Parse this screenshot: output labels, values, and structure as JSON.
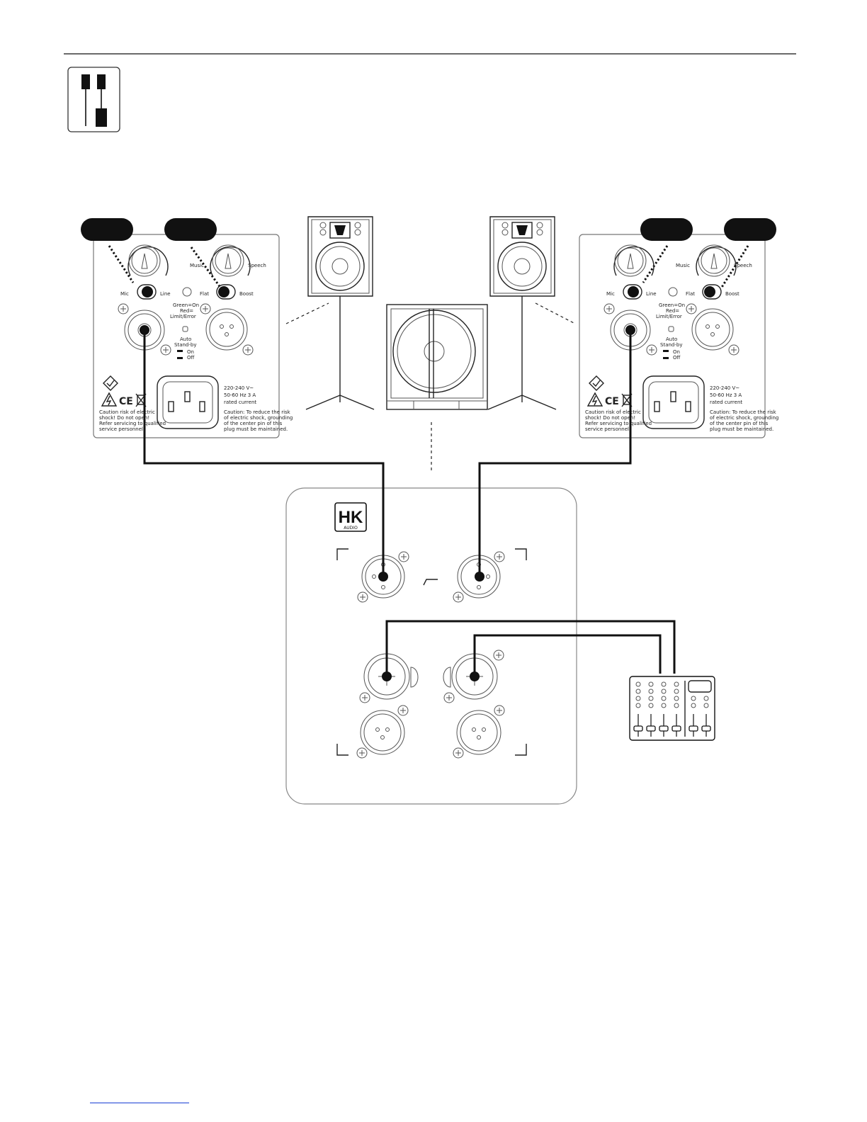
{
  "colors": {
    "ink": "#111111",
    "panel_stroke": "#555555",
    "link_underline": "#3b5bdb"
  },
  "satellite_panel": {
    "switch_left_a": "Mic",
    "switch_left_b": "Line",
    "switch_right_a": "Flat",
    "switch_right_b": "Boost",
    "knob_music": "Music",
    "knob_speech": "Speech",
    "led_line_1": "Green=On",
    "led_line_2": "Red=",
    "led_line_3": "Limit/Error",
    "standby_1": "Auto",
    "standby_2": "Stand-by",
    "standby_on": "On",
    "standby_off": "Off",
    "power_1": "220-240 V~",
    "power_2": "50-60 Hz  3 A",
    "power_3": "rated current",
    "caution_left_1": "Caution risk of electric",
    "caution_left_2": "shock! Do not open!",
    "caution_left_3": "Refer servicing to qualified",
    "caution_left_4": "service personnel.",
    "caution_right_1": "Caution: To reduce the risk",
    "caution_right_2": "of electric shock, grounding",
    "caution_right_3": "of the center pin of this",
    "caution_right_4": "plug must be maintained.",
    "ce_mark": "CE"
  },
  "sub_panel": {
    "logo_main": "HK",
    "logo_sub": "AUDIO"
  },
  "icons": [
    "mixer-channel-icon",
    "warning-triangle-icon",
    "compliance-mark-icon",
    "weee-bin-icon",
    "ce-mark-icon"
  ]
}
